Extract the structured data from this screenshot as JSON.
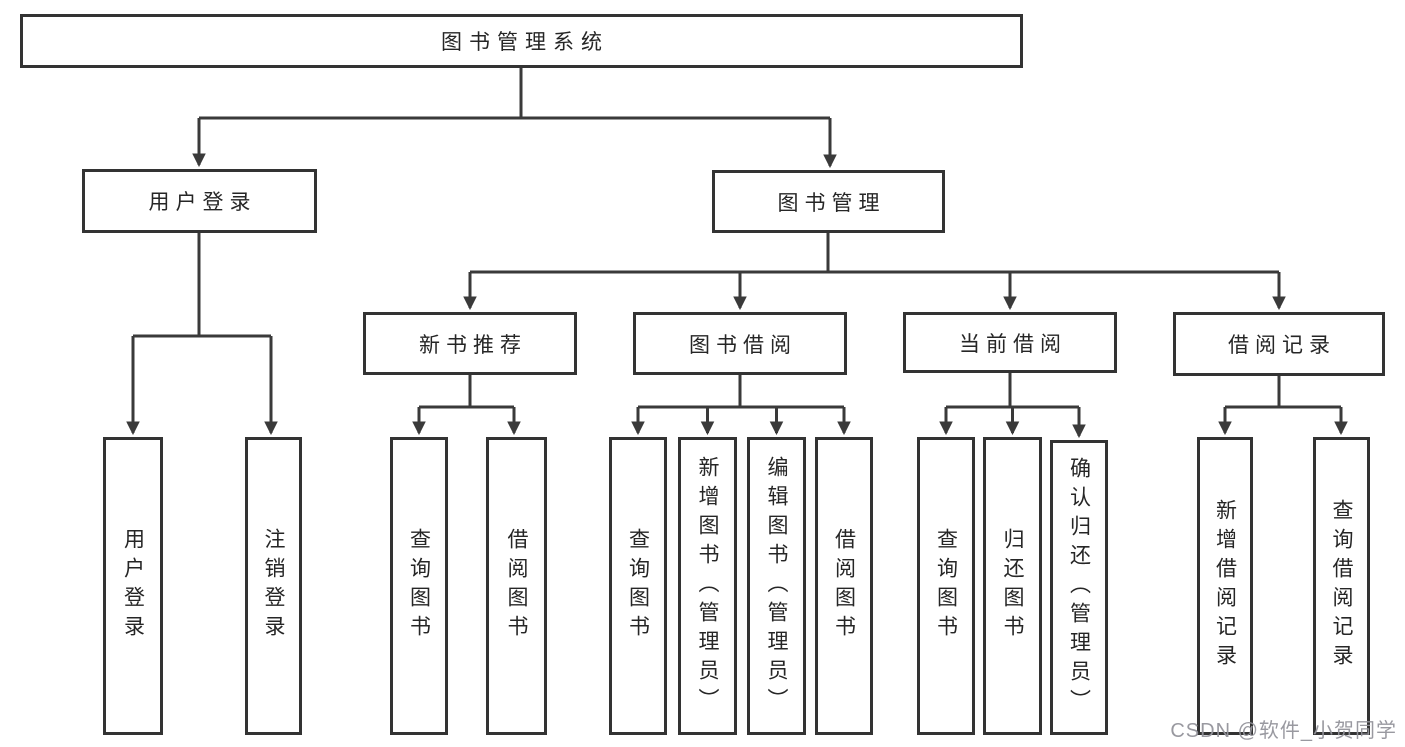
{
  "root": {
    "label": "图书管理系统"
  },
  "branches": {
    "user_login": {
      "label": "用户登录",
      "children": [
        {
          "label": "用户登录"
        },
        {
          "label": "注销登录"
        }
      ]
    },
    "book_mgmt": {
      "label": "图书管理",
      "groups": [
        {
          "label": "新书推荐",
          "children": [
            {
              "label": "查询图书"
            },
            {
              "label": "借阅图书"
            }
          ]
        },
        {
          "label": "图书借阅",
          "children": [
            {
              "label": "查询图书"
            },
            {
              "label": "新增图书（管理员）"
            },
            {
              "label": "编辑图书（管理员）"
            },
            {
              "label": "借阅图书"
            }
          ]
        },
        {
          "label": "当前借阅",
          "children": [
            {
              "label": "查询图书"
            },
            {
              "label": "归还图书"
            },
            {
              "label": "确认归还（管理员）"
            }
          ]
        },
        {
          "label": "借阅记录",
          "children": [
            {
              "label": "新增借阅记录"
            },
            {
              "label": "查询借阅记录"
            }
          ]
        }
      ]
    }
  },
  "watermark": "CSDN @软件_小贺同学",
  "colors": {
    "line": "#3a3a3a",
    "box_border": "#333333",
    "box_fill": "#ffffff",
    "text": "#262626",
    "watermark": "#94949b",
    "background": "#ffffff"
  },
  "diagram_type": "hierarchy-tree"
}
